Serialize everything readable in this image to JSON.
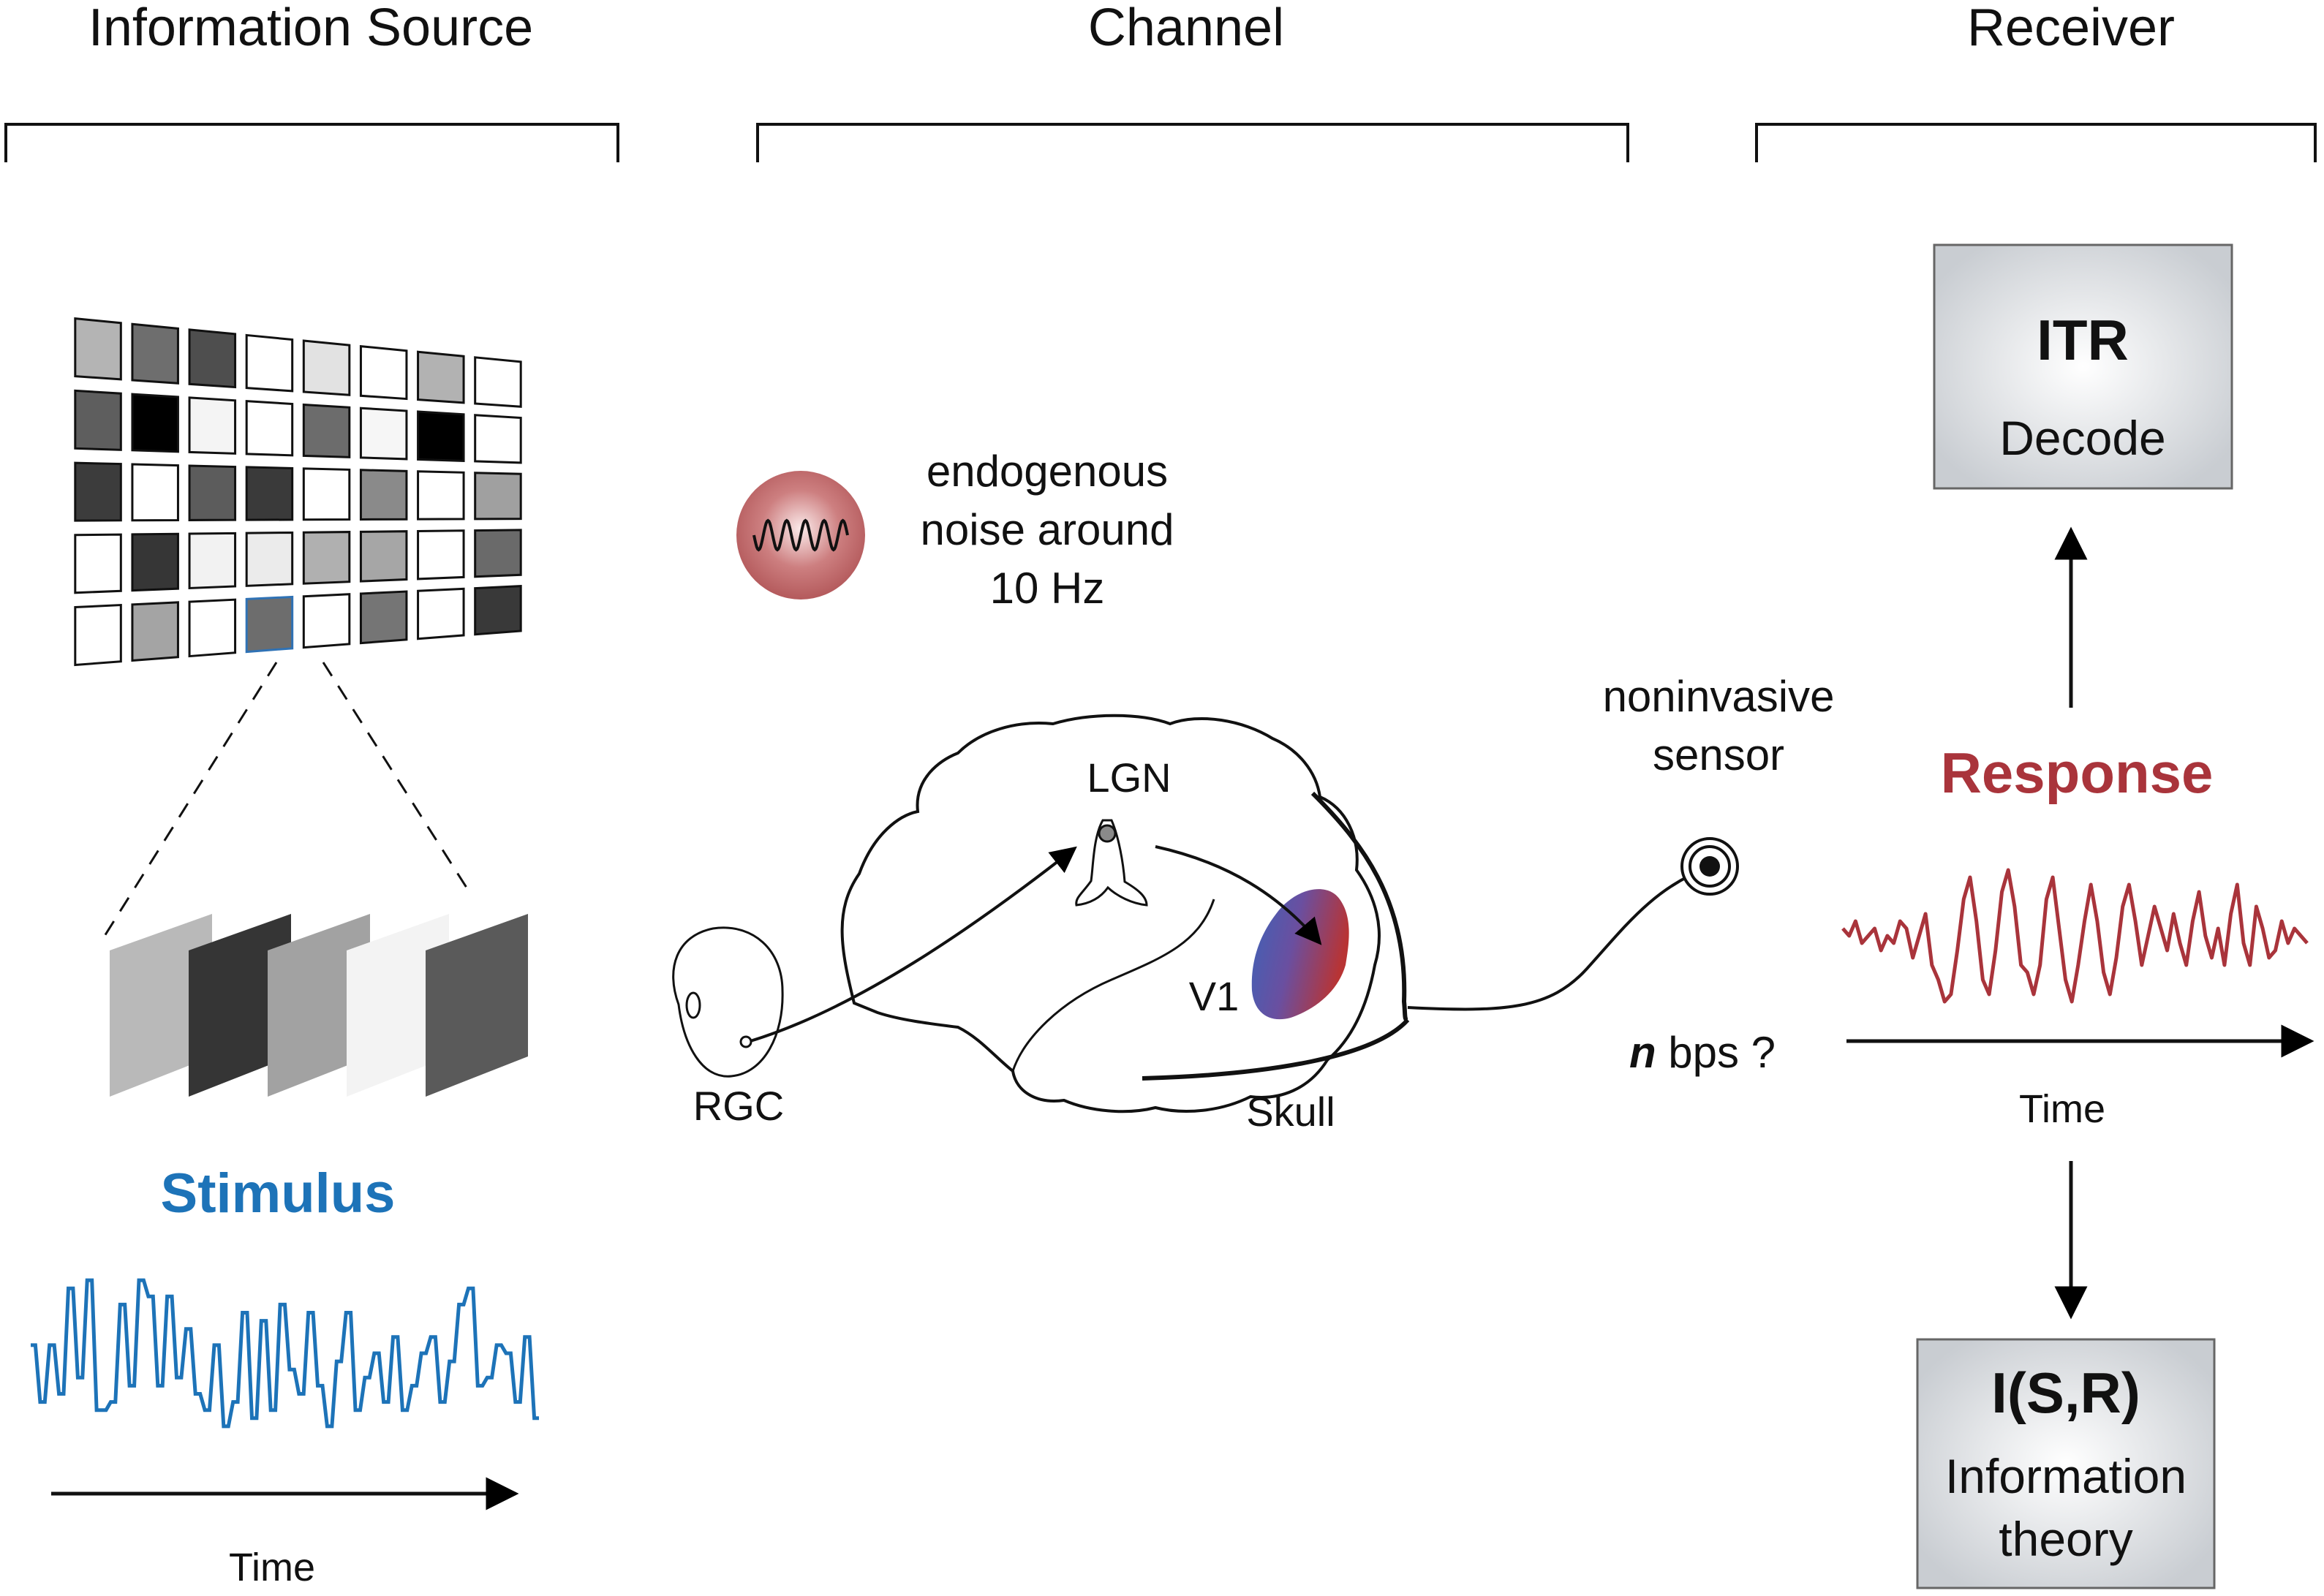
{
  "sections": {
    "source": "Information Source",
    "channel": "Channel",
    "receiver": "Receiver"
  },
  "stimulus": {
    "title": "Stimulus",
    "time_label": "Time",
    "trace": [
      0.55,
      0.55,
      0.2,
      0.2,
      0.55,
      0.55,
      0.25,
      0.25,
      0.9,
      0.9,
      0.35,
      0.35,
      0.95,
      0.95,
      0.15,
      0.15,
      0.15,
      0.2,
      0.2,
      0.8,
      0.8,
      0.3,
      0.3,
      0.95,
      0.95,
      0.85,
      0.85,
      0.3,
      0.3,
      0.85,
      0.85,
      0.35,
      0.35,
      0.65,
      0.65,
      0.25,
      0.25,
      0.15,
      0.15,
      0.55,
      0.55,
      0.05,
      0.05,
      0.2,
      0.2,
      0.75,
      0.75,
      0.1,
      0.1,
      0.7,
      0.7,
      0.15,
      0.15,
      0.8,
      0.8,
      0.4,
      0.4,
      0.25,
      0.25,
      0.75,
      0.75,
      0.3,
      0.3,
      0.05,
      0.05,
      0.45,
      0.45,
      0.75,
      0.75,
      0.15,
      0.15,
      0.35,
      0.35,
      0.5,
      0.5,
      0.2,
      0.2,
      0.6,
      0.6,
      0.15,
      0.15,
      0.3,
      0.3,
      0.5,
      0.5,
      0.6,
      0.6,
      0.2,
      0.2,
      0.45,
      0.45,
      0.8,
      0.8,
      0.9,
      0.9,
      0.3,
      0.3,
      0.35,
      0.35,
      0.55,
      0.55,
      0.5,
      0.5,
      0.2,
      0.2,
      0.6,
      0.6,
      0.1,
      0.1
    ],
    "grid_shades": [
      [
        "#b4b4b4",
        "#6e6e6e",
        "#4e4e4e",
        "#ffffff",
        "#e2e2e2",
        "#ffffff",
        "#b2b2b2",
        "#ffffff"
      ],
      [
        "#5e5e5e",
        "#000000",
        "#f4f4f4",
        "#ffffff",
        "#6c6c6c",
        "#f6f6f6",
        "#000000",
        "#ffffff"
      ],
      [
        "#3c3c3c",
        "#ffffff",
        "#5c5c5c",
        "#3a3a3a",
        "#ffffff",
        "#8a8a8a",
        "#ffffff",
        "#a0a0a0"
      ],
      [
        "#ffffff",
        "#363636",
        "#f2f2f2",
        "#ebebeb",
        "#b0b0b0",
        "#a6a6a6",
        "#ffffff",
        "#6a6a6a"
      ],
      [
        "#ffffff",
        "#a4a4a4",
        "#ffffff",
        "#6d6d6d",
        "#ffffff",
        "#757575",
        "#ffffff",
        "#393939"
      ]
    ],
    "frame_shades": [
      "#b9b9b9",
      "#353535",
      "#a2a2a2",
      "#f3f3f3",
      "#5a5a5a"
    ],
    "highlight_color": "#2f72b5",
    "color": "#1d73b8"
  },
  "channel": {
    "noise_label": [
      "endogenous",
      "noise around",
      "10 Hz"
    ],
    "lgn": "LGN",
    "v1": "V1",
    "rgc": "RGC",
    "skull": "Skull",
    "sensor_label": [
      "noninvasive",
      "sensor"
    ],
    "bps_n": "n",
    "bps_rest": " bps ?",
    "noise_color": "#b45a5c"
  },
  "receiver": {
    "response_title": "Response",
    "response_color": "#a9343b",
    "time_label": "Time",
    "itr_title": "ITR",
    "itr_sub": "Decode",
    "isr_title": "I(S,R)",
    "isr_sub": [
      "Information",
      "theory"
    ],
    "trace": [
      0.55,
      0.5,
      0.6,
      0.45,
      0.5,
      0.55,
      0.4,
      0.5,
      0.45,
      0.6,
      0.55,
      0.35,
      0.5,
      0.65,
      0.3,
      0.2,
      0.05,
      0.1,
      0.4,
      0.75,
      0.9,
      0.6,
      0.2,
      0.1,
      0.4,
      0.8,
      0.95,
      0.7,
      0.3,
      0.25,
      0.1,
      0.3,
      0.75,
      0.9,
      0.55,
      0.2,
      0.05,
      0.3,
      0.6,
      0.85,
      0.6,
      0.25,
      0.1,
      0.35,
      0.7,
      0.85,
      0.6,
      0.3,
      0.5,
      0.7,
      0.55,
      0.4,
      0.65,
      0.45,
      0.3,
      0.6,
      0.8,
      0.5,
      0.35,
      0.55,
      0.3,
      0.65,
      0.85,
      0.45,
      0.3,
      0.7,
      0.55,
      0.35,
      0.4,
      0.6,
      0.45,
      0.55,
      0.5,
      0.45
    ]
  }
}
